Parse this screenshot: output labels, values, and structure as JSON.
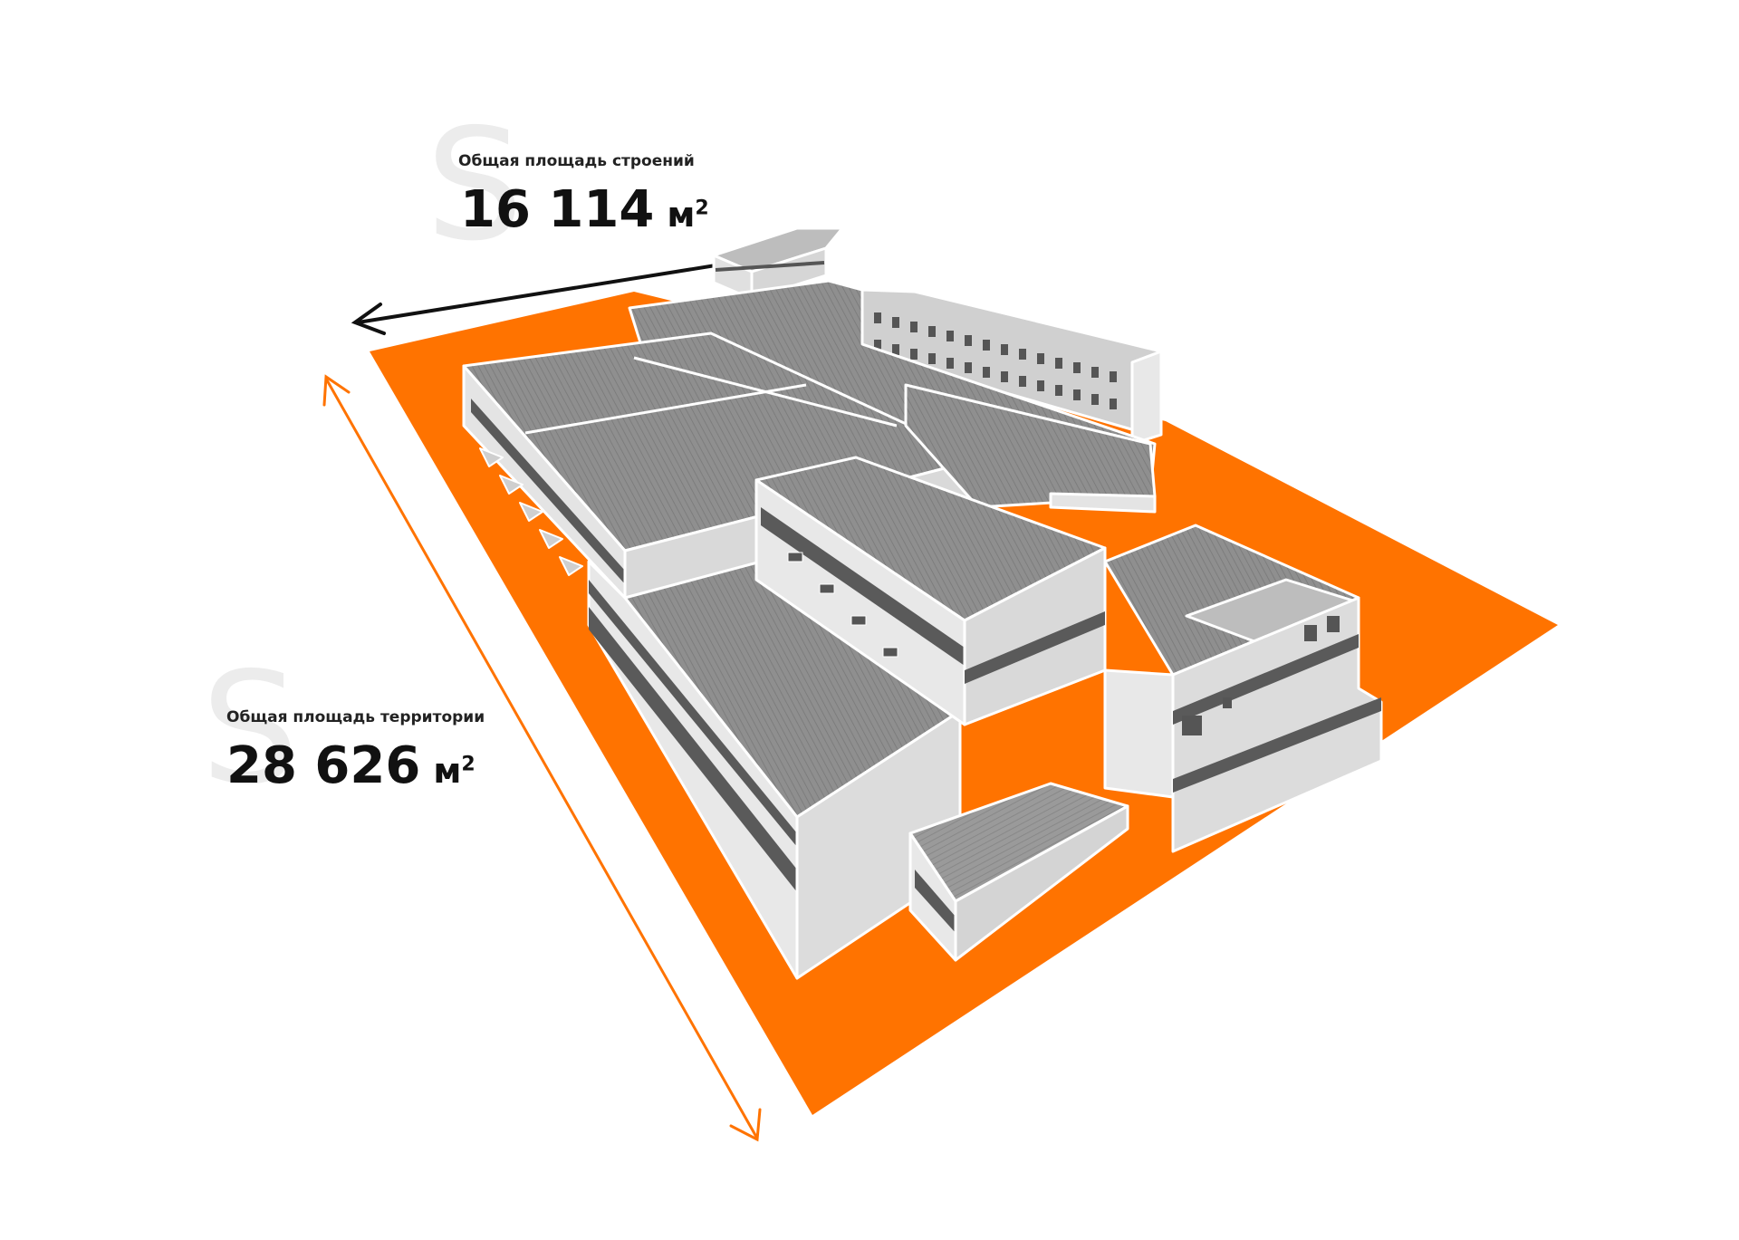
{
  "stats": {
    "buildings": {
      "symbol": "S",
      "label": "Общая площадь строений",
      "value": "16 114",
      "unit": "м",
      "unit_power": "2"
    },
    "territory": {
      "symbol": "S",
      "label": "Общая площадь территории",
      "value": "28 626",
      "unit": "м",
      "unit_power": "2"
    }
  },
  "colors": {
    "plot": "#ff7300",
    "arrow_width": "#111111",
    "arrow_length": "#ff7300",
    "roof": "#8f8f8f",
    "roof_light": "#bdbdbd",
    "wall": "#e6e6e6",
    "wall_dark": "#cfcfcf",
    "stripe": "#5a5a5a",
    "edge": "#ffffff"
  },
  "icons": {
    "width_arrow": "arrow-left-icon",
    "length_arrow": "double-arrow-icon"
  }
}
